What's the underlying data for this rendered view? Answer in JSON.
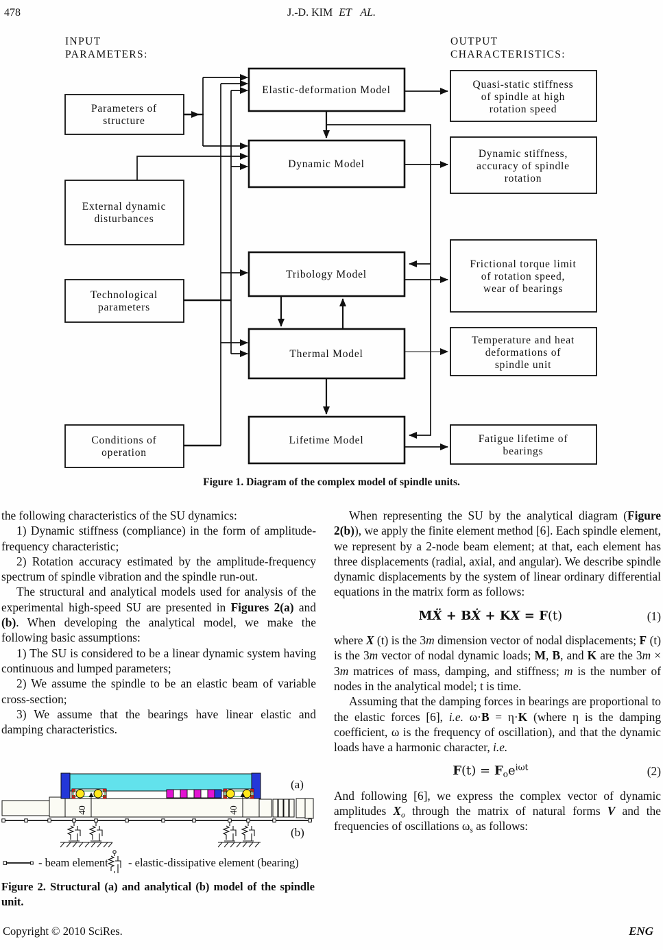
{
  "page": {
    "number": "478",
    "title_roman": "J.-D. KIM",
    "title_italic": "ET AL.",
    "footer_left": "Copyright © 2010 SciRes.",
    "footer_right": "ENG"
  },
  "figure1": {
    "caption": "Figure 1. Diagram of the complex model of spindle units.",
    "input_label": [
      "INPUT",
      "PARAMETERS:"
    ],
    "output_label": [
      "OUTPUT",
      "CHARACTERISTICS:"
    ],
    "nodes": {
      "pos": [
        "Parameters of",
        "structure"
      ],
      "edd": [
        "External dynamic",
        "disturbances"
      ],
      "tp": [
        "Technological",
        "parameters"
      ],
      "coo": [
        "Conditions of",
        "operation"
      ],
      "edm": [
        "Elastic-deformation Model"
      ],
      "dm": [
        "Dynamic Model"
      ],
      "trib": [
        "Tribology Model"
      ],
      "therm": [
        "Thermal Model"
      ],
      "life": [
        "Lifetime Model"
      ],
      "qs": [
        "Quasi-static stiffness",
        "of spindle at high",
        "rotation speed"
      ],
      "ds": [
        "Dynamic stiffness,",
        "accuracy of spindle",
        "rotation"
      ],
      "ft": [
        "Frictional torque limit",
        "of rotation speed,",
        "wear of bearings"
      ],
      "th": [
        "Temperature and heat",
        "deformations of",
        "spindle unit"
      ],
      "fl": [
        "Fatigue lifetime of",
        "bearings"
      ]
    }
  },
  "figure2": {
    "caption": "Figure 2. Structural (a) and analytical (b) model of the spindle unit.",
    "label_a": "(a)",
    "label_b": "(b)",
    "dim_labels": [
      "40",
      "40"
    ],
    "legend_beam": "- beam element",
    "legend_elastic": "- elastic-dissipative element (bearing)",
    "colors": {
      "housing": "#62e2ec",
      "flange": "#2437d8",
      "winding": "#e214d2",
      "ball": "#ffe81a",
      "race": "#1a8a3a",
      "seal": "#d01818",
      "body": "#fbfbf4"
    }
  },
  "body": {
    "left": [
      {
        "type": "p",
        "indent": false,
        "runs": [
          {
            "t": "the following characteristics of the SU dynamics:"
          }
        ]
      },
      {
        "type": "p",
        "indent": true,
        "runs": [
          {
            "t": "1) Dynamic stiffness (compliance) in the form of amplitude-frequency characteristic;"
          }
        ]
      },
      {
        "type": "p",
        "indent": true,
        "runs": [
          {
            "t": "2) Rotation accuracy estimated by the amplitude-frequency spectrum of spindle vibration and the spindle run-out."
          }
        ]
      },
      {
        "type": "p",
        "indent": true,
        "runs": [
          {
            "t": "The structural and analytical models used for analysis of the experimental high-speed SU are presented in "
          },
          {
            "t": "Figures 2(a)",
            "b": 1
          },
          {
            "t": " and "
          },
          {
            "t": "(b)",
            "b": 1
          },
          {
            "t": ". When developing the analytical model, we make the following basic assumptions:"
          }
        ]
      },
      {
        "type": "p",
        "indent": true,
        "runs": [
          {
            "t": "1) The SU is considered to be a linear dynamic system having continuous and lumped parameters;"
          }
        ]
      },
      {
        "type": "p",
        "indent": true,
        "runs": [
          {
            "t": "2) We assume the spindle to be an elastic beam of variable cross-section;"
          }
        ]
      },
      {
        "type": "p",
        "indent": true,
        "runs": [
          {
            "t": "3) We assume that the bearings have linear elastic and damping characteristics."
          }
        ]
      }
    ],
    "right": [
      {
        "type": "p",
        "indent": true,
        "runs": [
          {
            "t": "When representing the SU by the analytical diagram ("
          },
          {
            "t": "Figure 2(b)",
            "b": 1
          },
          {
            "t": "), we apply the finite element method [6]. Each spindle element, we represent by a 2-node beam element; at that, each element has three displacements (radial, axial, and angular). We describe spindle dynamic displacements by the system of linear ordinary differential equations in the matrix form as follows:"
          }
        ]
      },
      {
        "type": "eq",
        "num": "(1)",
        "runs": [
          {
            "t": "M",
            "b": 1
          },
          {
            "t": "Ẍ",
            "b": 1,
            "i": 1
          },
          {
            "t": " + ",
            "b": 1
          },
          {
            "t": "B",
            "b": 1
          },
          {
            "t": "Ẋ",
            "b": 1,
            "i": 1
          },
          {
            "t": " + ",
            "b": 1
          },
          {
            "t": "K",
            "b": 1
          },
          {
            "t": "X",
            "b": 1,
            "i": 1
          },
          {
            "t": " = ",
            "b": 1
          },
          {
            "t": "F",
            "b": 1
          },
          {
            "t": "(t)"
          }
        ]
      },
      {
        "type": "p",
        "indent": false,
        "runs": [
          {
            "t": "where "
          },
          {
            "t": "X",
            "b": 1,
            "i": 1
          },
          {
            "t": " (t) is the 3"
          },
          {
            "t": "m",
            "i": 1
          },
          {
            "t": " dimension vector of nodal displacements; "
          },
          {
            "t": "F",
            "b": 1
          },
          {
            "t": " (t) is the 3"
          },
          {
            "t": "m",
            "i": 1
          },
          {
            "t": " vector of nodal dynamic loads; "
          },
          {
            "t": "M",
            "b": 1
          },
          {
            "t": ", "
          },
          {
            "t": "B",
            "b": 1
          },
          {
            "t": ", and "
          },
          {
            "t": "K",
            "b": 1
          },
          {
            "t": " are the 3"
          },
          {
            "t": "m",
            "i": 1
          },
          {
            "t": " × 3"
          },
          {
            "t": "m",
            "i": 1
          },
          {
            "t": " matrices of mass, damping, and stiffness; "
          },
          {
            "t": "m",
            "i": 1
          },
          {
            "t": " is the number of nodes in the analytical model; t is time."
          }
        ]
      },
      {
        "type": "p",
        "indent": true,
        "runs": [
          {
            "t": "Assuming that the damping forces in bearings are proportional to the elastic forces [6], "
          },
          {
            "t": "i.e.",
            "i": 1
          },
          {
            "t": " ω·"
          },
          {
            "t": "B",
            "b": 1
          },
          {
            "t": " = η·"
          },
          {
            "t": "K",
            "b": 1
          },
          {
            "t": " (where η is the damping coefficient, ω is the frequency of oscillation), and that the dynamic loads have a harmonic character, "
          },
          {
            "t": "i.e.",
            "i": 1
          }
        ]
      },
      {
        "type": "eq",
        "num": "(2)",
        "runs": [
          {
            "t": "F",
            "b": 1
          },
          {
            "t": "(t) = "
          },
          {
            "t": "F",
            "b": 1
          },
          {
            "t": "o",
            "sub": 1
          },
          {
            "t": "e"
          },
          {
            "t": "iωt",
            "sup": 1
          }
        ]
      },
      {
        "type": "p",
        "indent": false,
        "runs": [
          {
            "t": "And following [6], we express the complex vector of dynamic amplitudes "
          },
          {
            "t": "X",
            "b": 1,
            "i": 1
          },
          {
            "t": "o",
            "i": 1,
            "sub": 1
          },
          {
            "t": " through the matrix of natural forms "
          },
          {
            "t": "V",
            "b": 1,
            "i": 1
          },
          {
            "t": " and the frequencies of oscillations ω"
          },
          {
            "t": "s",
            "i": 1,
            "sub": 1
          },
          {
            "t": " as follows:"
          }
        ]
      }
    ]
  }
}
